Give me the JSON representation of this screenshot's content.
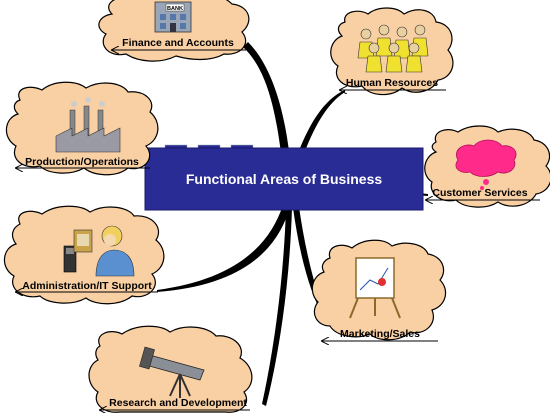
{
  "central": {
    "title": "Functional Areas of Business",
    "box_color": "#2A2C96"
  },
  "cloud_fill": "#F9D0A4",
  "branches": [
    {
      "id": "finance",
      "label": "Finance and Accounts",
      "icon": "bank-building-icon",
      "sign": "BANK"
    },
    {
      "id": "hr",
      "label": "Human Resources",
      "icon": "people-group-icon"
    },
    {
      "id": "production",
      "label": "Production/Operations",
      "icon": "factory-icon"
    },
    {
      "id": "customer",
      "label": "Customer Services",
      "icon": "thought-bubble-icon"
    },
    {
      "id": "admin",
      "label": "Administration/IT Support",
      "icon": "phone-worker-icon"
    },
    {
      "id": "marketing",
      "label": "Marketing/Sales",
      "icon": "flip-chart-icon"
    },
    {
      "id": "research",
      "label": "Research and Development",
      "icon": "telescope-icon"
    }
  ]
}
